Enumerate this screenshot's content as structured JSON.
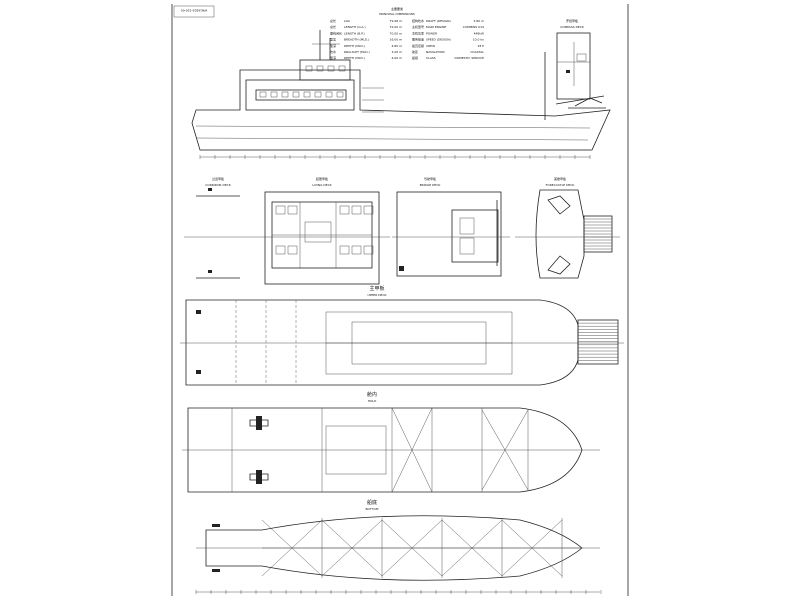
{
  "drawing": {
    "number": "WN16825-150-00",
    "colors": {
      "line": "#222222",
      "paper": "#ffffff"
    },
    "particulars": {
      "title_cn": "主要要素",
      "title_en": "PRINCIPAL DIMENSIONS",
      "left_rows": [
        {
          "cn": "总长",
          "en": "LOA",
          "value": "79.98 m"
        },
        {
          "cn": "总长",
          "en": "LENGTH (O.A.)",
          "value": "75.00 m"
        },
        {
          "cn": "垂线间长",
          "en": "LENGTH (B.P.)",
          "value": "70.00 m"
        },
        {
          "cn": "型宽",
          "en": "BREADTH (MLD.)",
          "value": "16.00 m"
        },
        {
          "cn": "型深",
          "en": "DEPTH (MLD.)",
          "value": "4.80 m"
        },
        {
          "cn": "吃水",
          "en": "DRAUGHT (MLD.)",
          "value": "3.20 m"
        },
        {
          "cn": "型深",
          "en": "DEPTH (MLD.)",
          "value": "4.00 m"
        }
      ],
      "right_rows": [
        {
          "cn": "结构吃水",
          "en": "DRAFT (DESIGN)",
          "value": "2.80 m"
        },
        {
          "cn": "主机型号",
          "en": "MAIN ENGINE",
          "value": "CUMMINS K19"
        },
        {
          "cn": "主机功率",
          "en": "POWER",
          "value": "448kW"
        },
        {
          "cn": "服务航速",
          "en": "SPEED (DESIGN)",
          "value": "10.0 kn"
        },
        {
          "cn": "船员定额",
          "en": "CREW",
          "value": "18 P"
        },
        {
          "cn": "航区",
          "en": "NAVIGATION",
          "value": "COASTAL"
        },
        {
          "cn": "船级",
          "en": "CLASS",
          "value": "DOMESTIC SERVICE"
        }
      ]
    },
    "views": {
      "compass_deck": {
        "cn": "罗经甲板",
        "en": "COMPASS DECK"
      },
      "corridor_deck": {
        "cn": "过道甲板",
        "en": "CORRIDOR DECK"
      },
      "living_deck": {
        "cn": "起居甲板",
        "en": "LIVING DECK"
      },
      "bridge_deck": {
        "cn": "驾驶甲板",
        "en": "BRIDGE DECK"
      },
      "forecastle_deck": {
        "cn": "首楼甲板",
        "en": "FORECASTLE DECK"
      },
      "upper_deck": {
        "cn": "主甲板",
        "en": "UPPER DECK"
      },
      "hold": {
        "cn": "舱内",
        "en": "HOLD"
      },
      "bottom": {
        "cn": "船底",
        "en": "BOTTOM"
      }
    }
  }
}
